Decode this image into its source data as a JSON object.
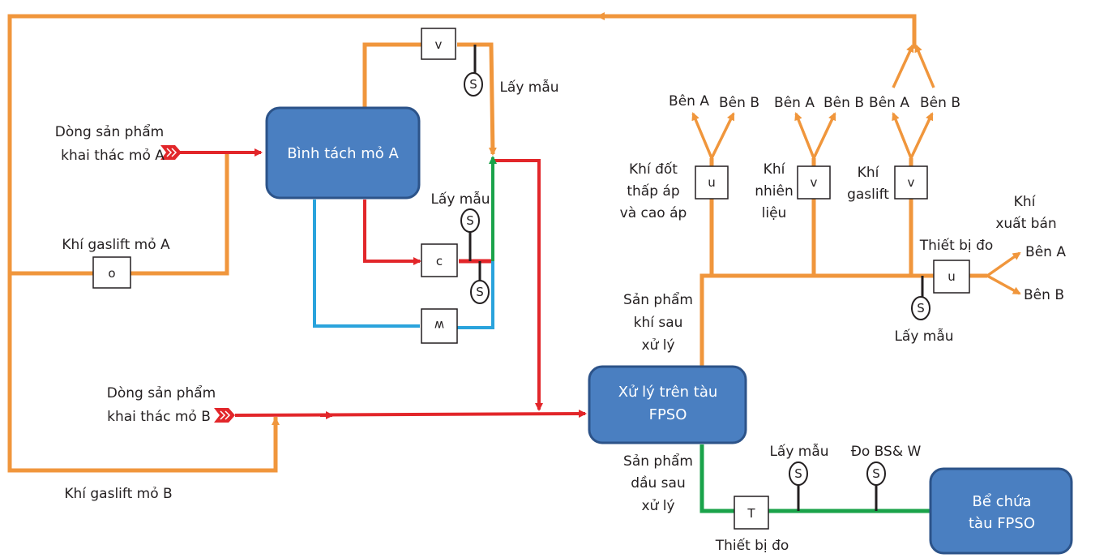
{
  "colors": {
    "gas": "#f0963c",
    "product": "#e2262a",
    "water": "#2aa3dc",
    "oil": "#1aa34a",
    "box_fill": "#4a7fc1",
    "box_border": "#2c5389"
  },
  "boxes": {
    "separator": "Bình tách mỏ A",
    "fpso_line1": "Xử lý trên tàu",
    "fpso_line2": "FPSO",
    "storage_line1": "Bể chứa",
    "storage_line2": "tàu FPSO"
  },
  "labels": {
    "product_a_1": "Dòng sản phẩm",
    "product_a_2": "khai thác mỏ A",
    "gaslift_a": "Khí gaslift  mỏ A",
    "product_b_1": "Dòng sản phẩm",
    "product_b_2": "khai thác mỏ B",
    "gaslift_b": "Khí gaslift mỏ B",
    "sampling_top": "Lấy mẫu",
    "sampling_mid": "Lấy mẫu",
    "sampling_meter": "Lấy mẫu",
    "sampling_oil": "Lấy mẫu",
    "bsw": "Đo BS& W",
    "gas_product_1": "Sản phẩm",
    "gas_product_2": "khí sau",
    "gas_product_3": "xử lý",
    "oil_product_1": "Sản phẩm",
    "oil_product_2": "dầu sau",
    "oil_product_3": "xử lý",
    "meter_oil": "Thiết bị đo",
    "meter_gas": "Thiết bị đo",
    "fuel_gas_1": "Khí đốt",
    "fuel_gas_2": "thấp áp",
    "fuel_gas_3": "và cao áp",
    "fuel_1": "Khí",
    "fuel_2": "nhiên",
    "fuel_3": "liệu",
    "gaslift_1": "Khí",
    "gaslift_2": "gaslift",
    "export_1": "Khí",
    "export_2": "xuất bán",
    "side_a_1": "Bên A",
    "side_b_1": "Bên B",
    "side_a_2": "Bên A",
    "side_b_2": "Bên B",
    "side_a_3": "Bên A",
    "side_b_3": "Bên B",
    "export_a": "Bên A",
    "export_b": "Bên B"
  },
  "symbols": {
    "valve_top": "v",
    "orifice_a": "o",
    "c_meter": "c",
    "w_meter": "w",
    "u_fuel_gas": "u",
    "v_fuel": "v",
    "v_gaslift": "v",
    "u_export": "u",
    "t_oil": "T",
    "sampler": "S"
  }
}
